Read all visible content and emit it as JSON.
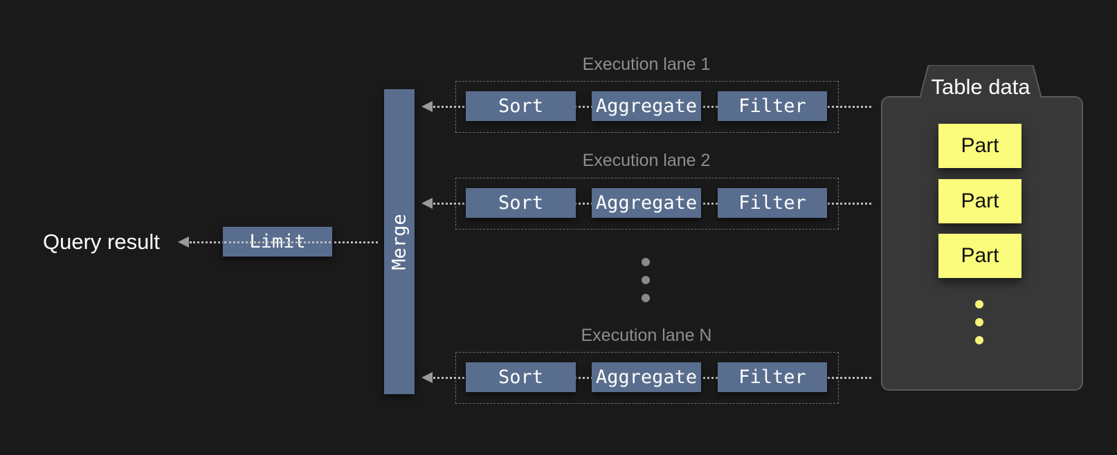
{
  "query_result": "Query result",
  "limit_label": "Limit",
  "merge_label": "Merge",
  "lanes": [
    {
      "title": "Execution lane 1",
      "ops": [
        "Sort",
        "Aggregate",
        "Filter"
      ]
    },
    {
      "title": "Execution lane 2",
      "ops": [
        "Sort",
        "Aggregate",
        "Filter"
      ]
    },
    {
      "title": "Execution lane N",
      "ops": [
        "Sort",
        "Aggregate",
        "Filter"
      ]
    }
  ],
  "table": {
    "title": "Table data",
    "parts": [
      "Part",
      "Part",
      "Part"
    ]
  },
  "colors": {
    "background": "#1a1a1a",
    "operator": "#596d8e",
    "part": "#fbfb7c",
    "panel": "#383838",
    "lane_title": "#8e8e8e"
  }
}
